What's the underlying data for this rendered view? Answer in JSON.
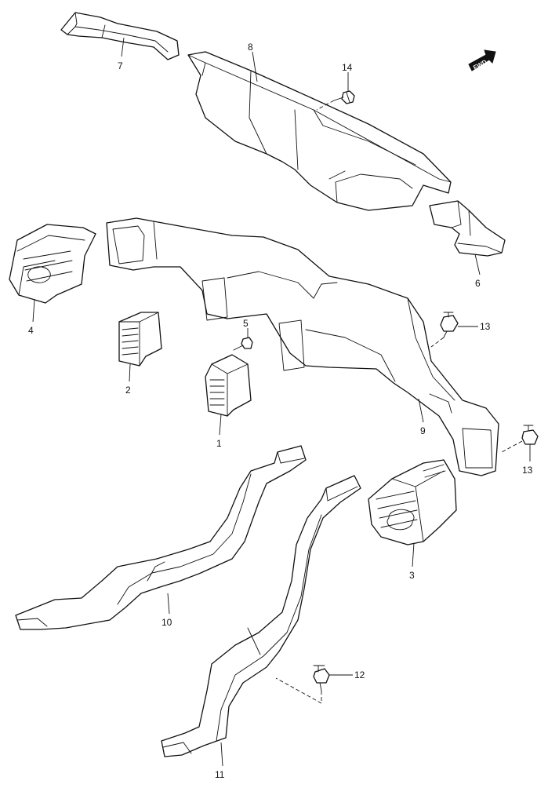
{
  "callouts": {
    "p1": "1",
    "p2": "2",
    "p3": "3",
    "p4": "4",
    "p5": "5",
    "p6": "6",
    "p7": "7",
    "p8": "8",
    "p9": "9",
    "p10": "10",
    "p11": "11",
    "p12": "12",
    "p13a": "13",
    "p13b": "13",
    "p14": "14"
  },
  "fwd_label": "FWD"
}
